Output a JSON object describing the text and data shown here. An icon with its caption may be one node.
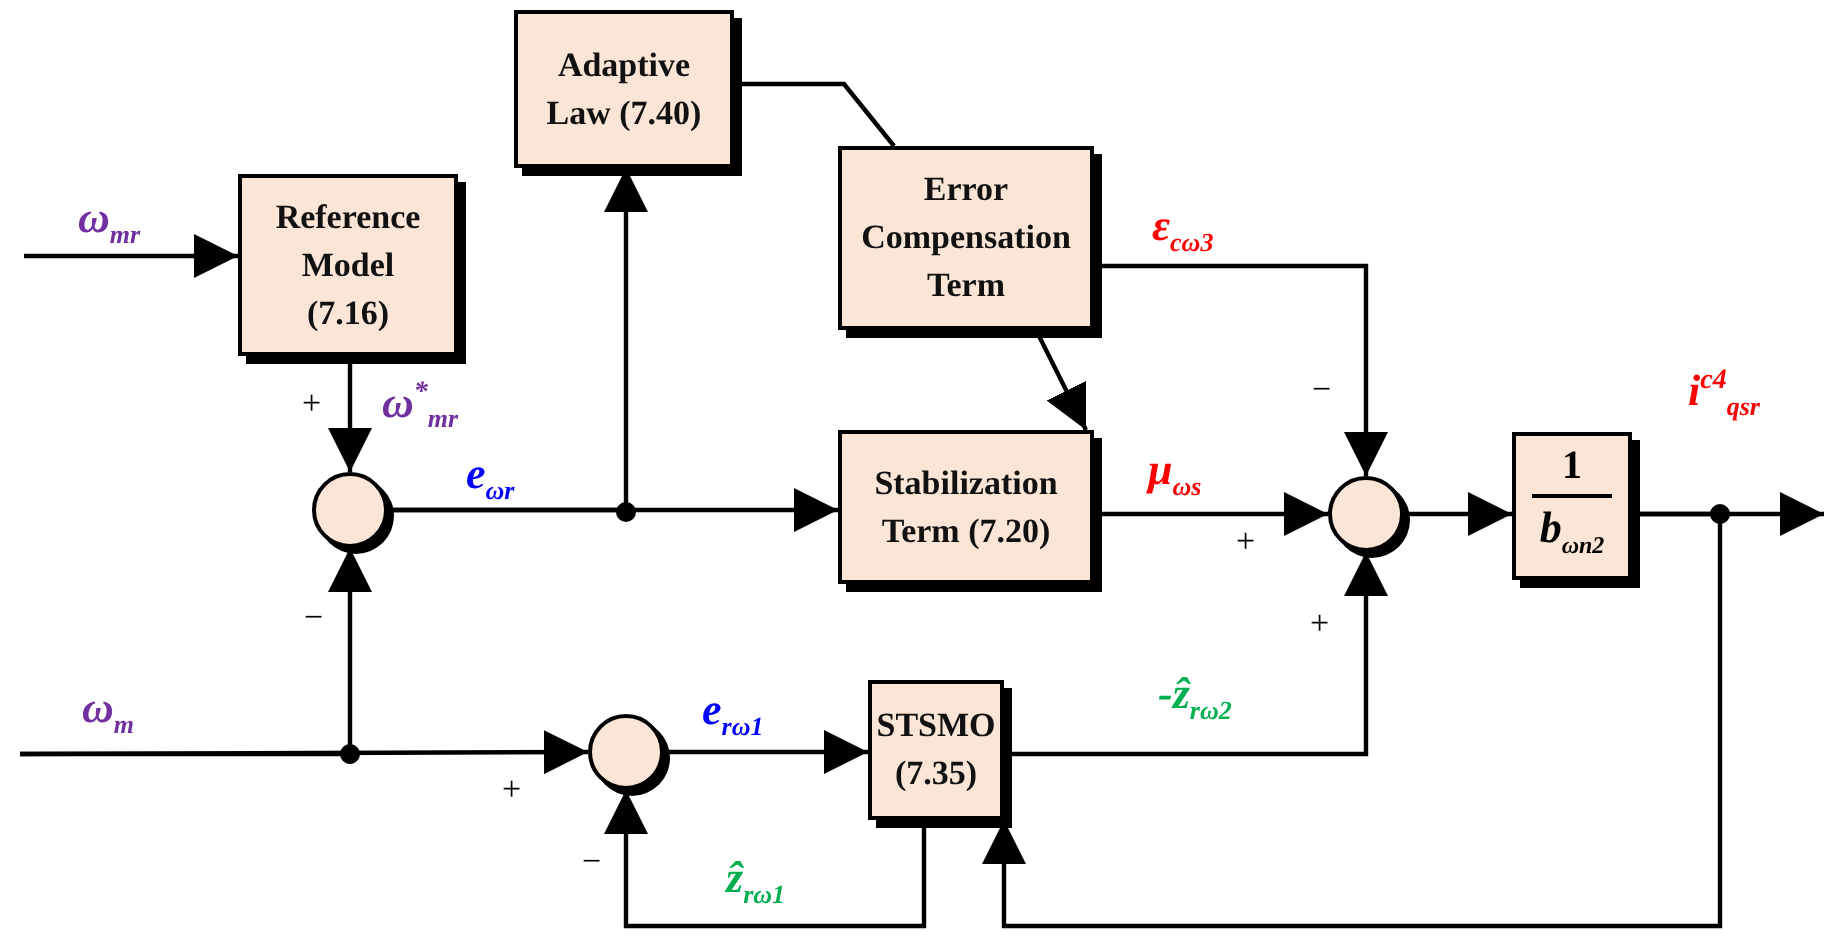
{
  "diagram": {
    "nodes": [
      {
        "text": [
          "Reference Model (7.16)"
        ]
      },
      {
        "text": [
          "Adaptive Law (7.40)"
        ]
      },
      {
        "text": [
          "Error Compensation Term"
        ]
      },
      {
        "text": [
          "Stabilization Term (7.20)"
        ]
      },
      {
        "text": [
          "1",
          "b$_{ωn2}$"
        ]
      },
      {
        "text": [
          "STSMO (7.35)"
        ]
      },
      {
        "text": [],
        "shape": "circle"
      },
      {
        "text": [],
        "shape": "circle"
      },
      {
        "text": [],
        "shape": "circle"
      }
    ],
    "edges": [
      {
        "from": null,
        "to": 0,
        "arrow": "to",
        "label": "ω$_{mr}$"
      },
      {
        "from": 0,
        "to": 6,
        "arrow": "to",
        "label": "ω$^{*}$$_{mr}$"
      },
      {
        "from": 6,
        "to": 3,
        "arrow": "to",
        "label": "e$_{ωr}$"
      },
      {
        "from": 6,
        "to": 1,
        "arrow": "to"
      },
      {
        "from": 1,
        "to": 2,
        "arrow": "none"
      },
      {
        "from": 2,
        "to": 3,
        "arrow": "to"
      },
      {
        "from": 2,
        "to": 7,
        "arrow": "to",
        "label": "ε$_{cω3}$"
      },
      {
        "from": 3,
        "to": 7,
        "arrow": "to",
        "label": "μ$_{ωs}$"
      },
      {
        "from": 7,
        "to": 4,
        "arrow": "to"
      },
      {
        "from": 4,
        "to": null,
        "arrow": "to",
        "label": "i$^{c4}$$_{qsr}$"
      },
      {
        "from": 4,
        "to": 5,
        "arrow": "to"
      },
      {
        "from": null,
        "to": 6,
        "arrow": "to",
        "label": "ω$_{m}$"
      },
      {
        "from": null,
        "to": 8,
        "arrow": "to"
      },
      {
        "from": 8,
        "to": 5,
        "arrow": "to",
        "label": "e$_{rω1}$"
      },
      {
        "from": 5,
        "to": 8,
        "arrow": "to",
        "label": "ẑ$_{rω1}$"
      },
      {
        "from": 5,
        "to": 7,
        "arrow": "to",
        "label": "-ẑ$_{rω2}$"
      }
    ],
    "labels": [
      "+",
      "−",
      "−",
      "+",
      "+",
      "+",
      "−"
    ]
  }
}
